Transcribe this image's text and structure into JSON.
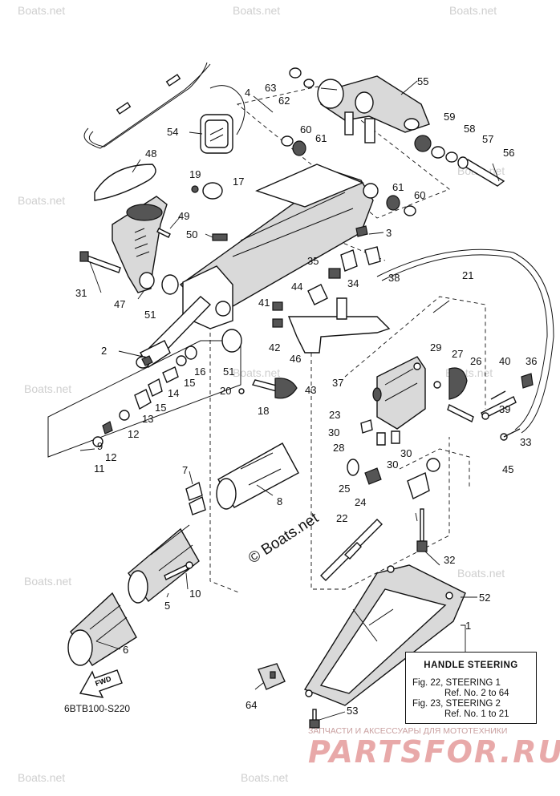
{
  "diagram_code": "6BTB100-S220",
  "center_watermark": "Boats.net",
  "watermark_text": "Boats.net",
  "fwd_label": "FWD",
  "reference_box": {
    "title": "HANDLE STEERING",
    "lines": [
      "Fig. 22, STEERING 1",
      "Ref. No. 2 to 64",
      "Fig. 23, STEERING 2",
      "Ref. No. 1 to 21"
    ]
  },
  "shop_banner": {
    "subtitle": "ЗАПЧАСТИ И АКСЕССУАРЫ ДЛЯ МОТОТЕХНИКИ",
    "logo": "PARTSFOR.RU"
  },
  "callouts": {
    "c1": "1",
    "c2": "2",
    "c3": "3",
    "c4": "4",
    "c5": "5",
    "c6": "6",
    "c7": "7",
    "c8": "8",
    "c9": "9",
    "c10": "10",
    "c11": "11",
    "c12a": "12",
    "c12b": "12",
    "c13": "13",
    "c14": "14",
    "c15a": "15",
    "c15b": "15",
    "c16": "16",
    "c17": "17",
    "c18": "18",
    "c19": "19",
    "c20": "20",
    "c21": "21",
    "c22": "22",
    "c23": "23",
    "c24": "24",
    "c25": "25",
    "c26": "26",
    "c27": "27",
    "c28": "28",
    "c29": "29",
    "c30a": "30",
    "c30b": "30",
    "c30c": "30",
    "c31": "31",
    "c32": "32",
    "c33": "33",
    "c34": "34",
    "c35": "35",
    "c36": "36",
    "c37": "37",
    "c38": "38",
    "c39": "39",
    "c40": "40",
    "c41": "41",
    "c42": "42",
    "c43": "43",
    "c44": "44",
    "c45": "45",
    "c46": "46",
    "c47": "47",
    "c48": "48",
    "c49": "49",
    "c50": "50",
    "c51a": "51",
    "c51b": "51",
    "c52": "52",
    "c53": "53",
    "c54": "54",
    "c55": "55",
    "c56": "56",
    "c57": "57",
    "c58": "58",
    "c59": "59",
    "c60a": "60",
    "c60b": "60",
    "c61a": "61",
    "c61b": "61",
    "c62": "62",
    "c63": "63",
    "c64": "64"
  }
}
